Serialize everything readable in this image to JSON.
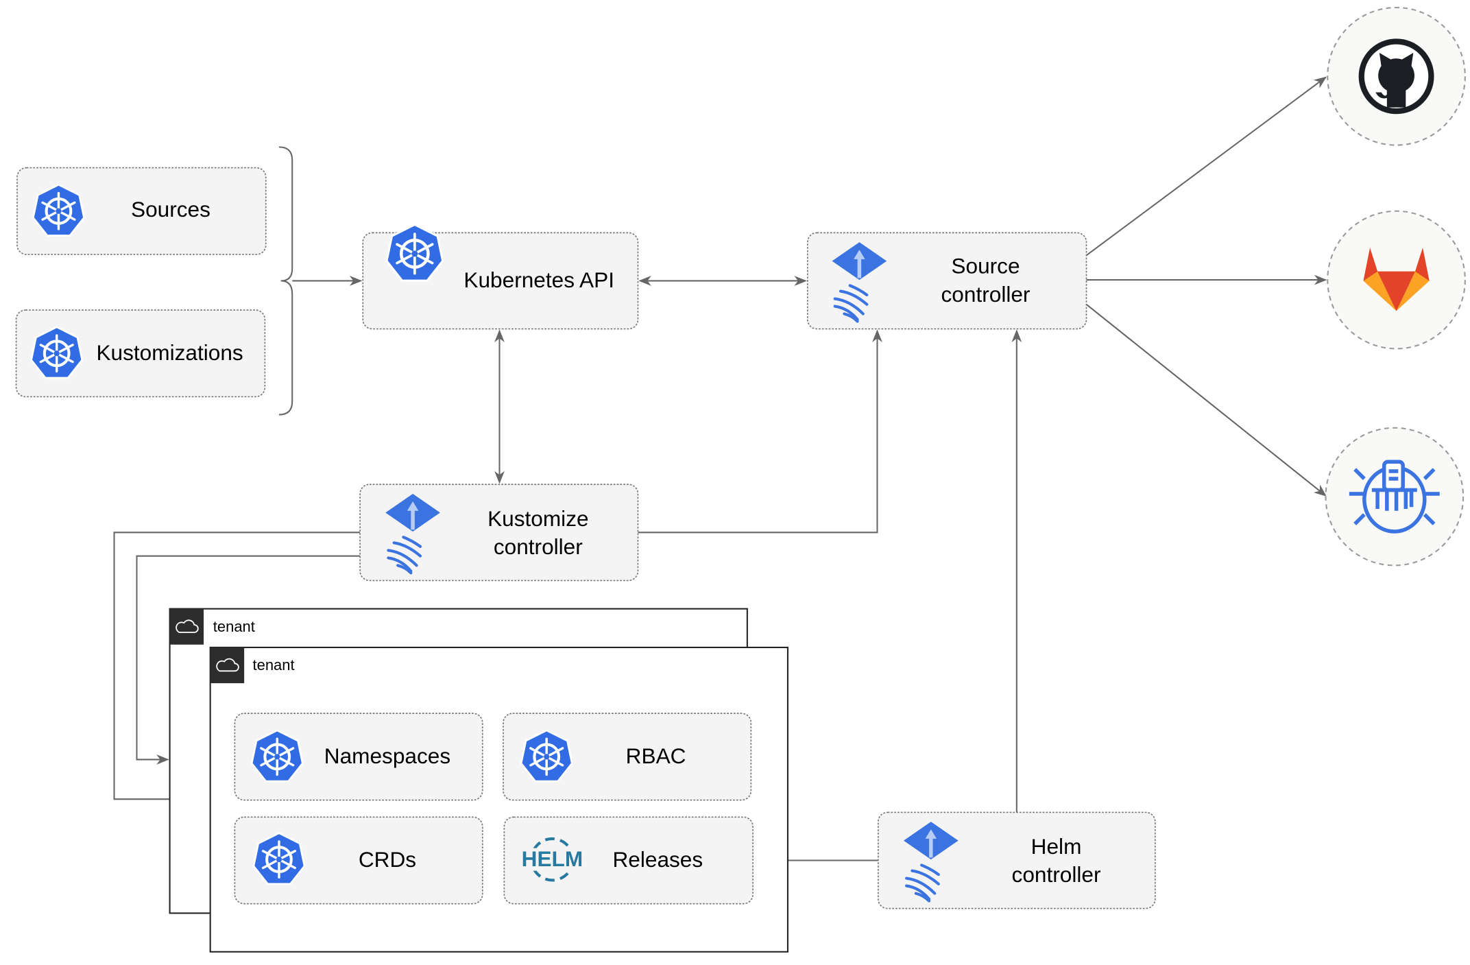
{
  "nodes": {
    "sources": "Sources",
    "kustomizations": "Kustomizations",
    "kubernetes_api": "Kubernetes API",
    "source_controller": [
      "Source",
      "controller"
    ],
    "kustomize_controller": [
      "Kustomize",
      "controller"
    ],
    "helm_controller": [
      "Helm",
      "controller"
    ],
    "namespaces": "Namespaces",
    "rbac": "RBAC",
    "crds": "CRDs",
    "releases": "Releases"
  },
  "tenants": [
    "tenant",
    "tenant"
  ],
  "helm_logo_text": "HELM",
  "external_sources": [
    "github-icon",
    "gitlab-icon",
    "bucket-icon"
  ],
  "colors": {
    "kubernetes_blue": "#326ce5",
    "edge": "#666666",
    "gitlab_orange": "#e24329",
    "helm_blue": "#277a9f"
  }
}
